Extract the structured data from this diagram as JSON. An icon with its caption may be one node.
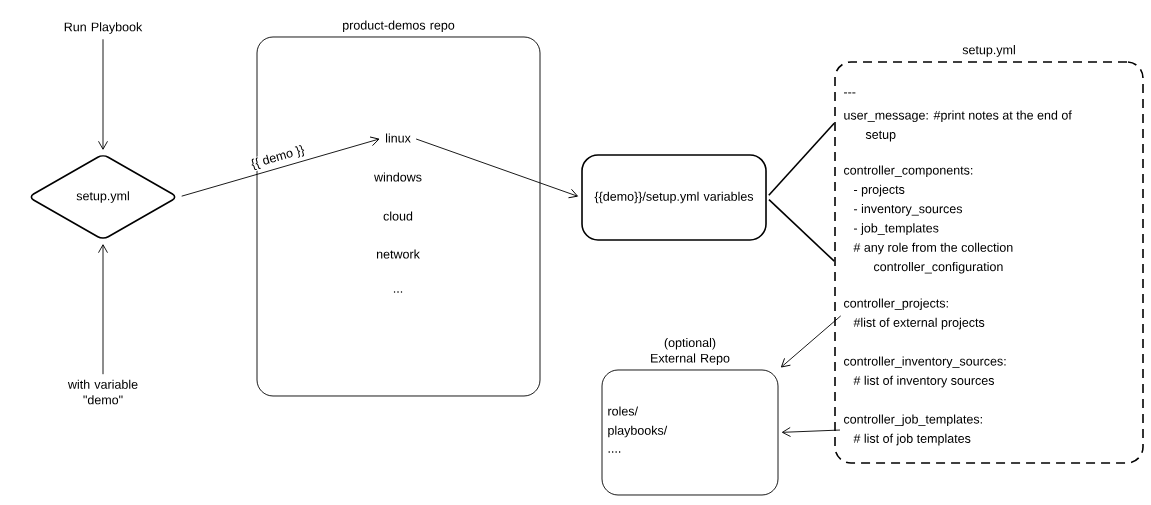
{
  "diagram": {
    "nodes": [
      {
        "text": [
          "Run Playbook"
        ]
      },
      {
        "text": [
          "setup.yml"
        ]
      },
      {
        "text": [
          "with variable \"demo\""
        ]
      },
      {
        "text": [
          "product-demos repo"
        ]
      },
      {
        "text": [
          "linux"
        ],
        "in": 3
      },
      {
        "text": [
          "windows"
        ],
        "in": 3
      },
      {
        "text": [
          "cloud"
        ],
        "in": 3
      },
      {
        "text": [
          "network"
        ],
        "in": 3
      },
      {
        "text": [
          "..."
        ],
        "in": 3
      },
      {
        "text": [
          "{{demo}}/setup.yml variables"
        ]
      },
      {
        "text": [
          "setup.yml"
        ]
      },
      {
        "text": [
          "---"
        ],
        "in": 10
      },
      {
        "text": [
          "user_message: #print notes at the end of setup"
        ],
        "in": 10
      },
      {
        "text": [
          "controller_components:",
          "- projects",
          "- inventory_sources",
          "- job_templates",
          "# any role from the collection controller_configuration"
        ],
        "in": 10
      },
      {
        "text": [
          "controller_projects:",
          "#list of external projects"
        ],
        "in": 10
      },
      {
        "text": [
          "controller_inventory_sources:",
          "# list of inventory sources"
        ],
        "in": 10
      },
      {
        "text": [
          "controller_job_templates:",
          "# list of job templates"
        ],
        "in": 10
      },
      {
        "text": [
          "(optional) External Repo",
          "roles/",
          "playbooks/",
          "...."
        ]
      }
    ],
    "edges": [
      {
        "from": 0,
        "to": 1,
        "arrow": "to"
      },
      {
        "from": 2,
        "to": 1,
        "arrow": "to"
      },
      {
        "from": 1,
        "to": 4,
        "arrow": "to",
        "label": "{{ demo }}"
      },
      {
        "from": 4,
        "to": 9,
        "arrow": "to"
      },
      {
        "from": 9,
        "to": 10,
        "arrow": "none"
      },
      {
        "from": 9,
        "to": 10,
        "arrow": "none"
      },
      {
        "from": 14,
        "to": 17,
        "arrow": "to"
      },
      {
        "from": 16,
        "to": 17,
        "arrow": "to"
      }
    ]
  }
}
